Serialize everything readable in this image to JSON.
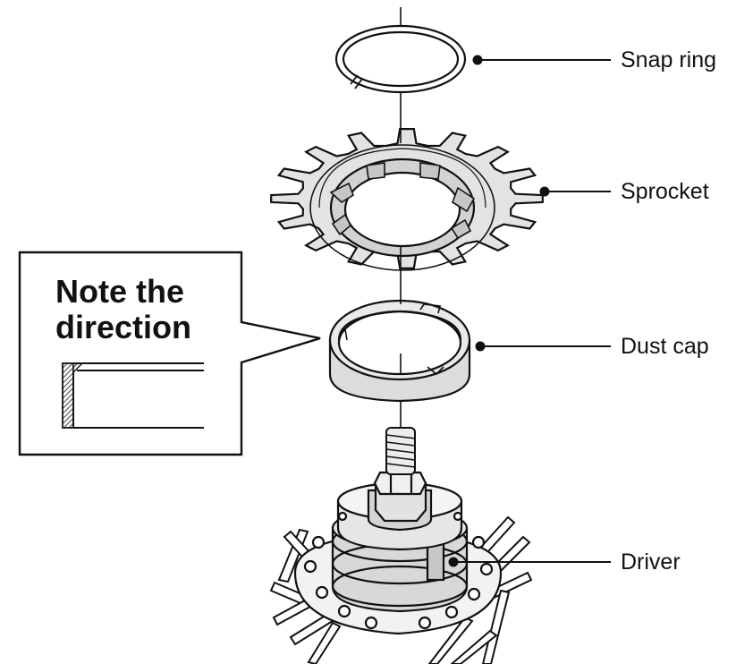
{
  "callouts": {
    "snap_ring": "Snap ring",
    "sprocket": "Sprocket",
    "dust_cap": "Dust cap",
    "driver": "Driver"
  },
  "note": {
    "line1": "Note the",
    "line2": "direction"
  },
  "colors": {
    "line": "#111111",
    "part_fill": "#e3e3e3",
    "part_dark": "#b5b5b5",
    "background": "#ffffff"
  }
}
